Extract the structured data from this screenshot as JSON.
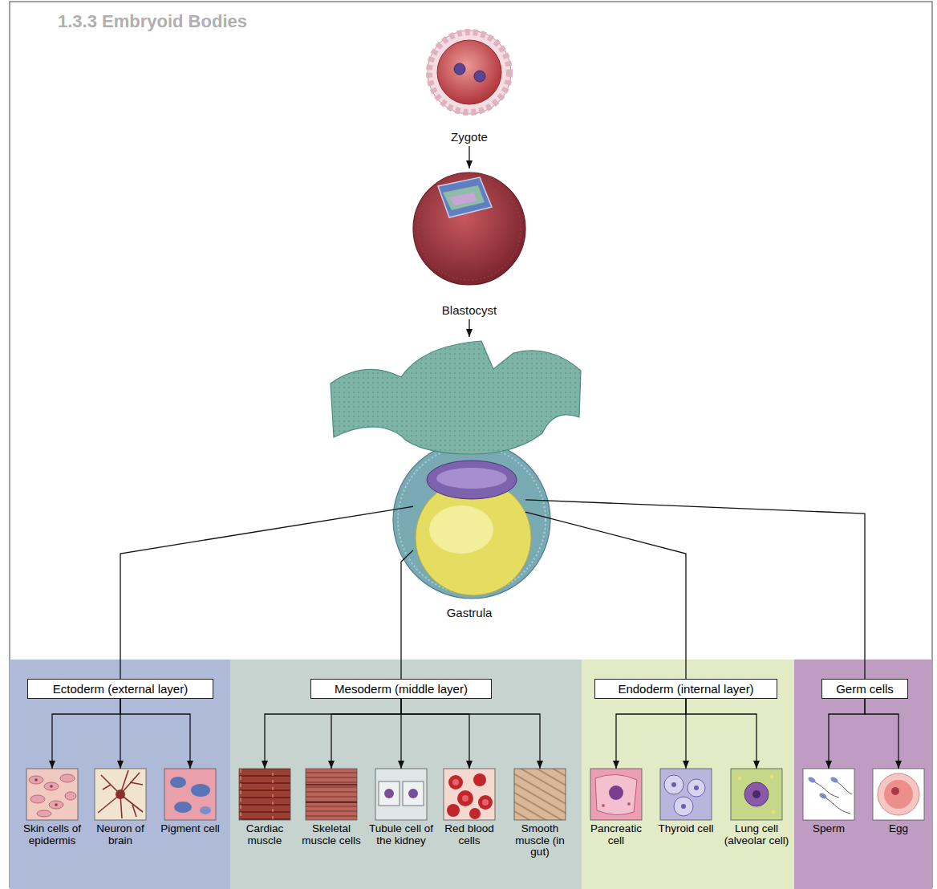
{
  "diagram": {
    "nodes": [
      {
        "text": [
          "Zygote"
        ]
      },
      {
        "text": [
          "Blastocyst"
        ]
      },
      {
        "text": [
          "Gastrula"
        ]
      },
      {
        "text": [
          "Ectoderm (external layer)"
        ]
      },
      {
        "text": [
          "Mesoderm (middle layer)"
        ]
      },
      {
        "text": [
          "Endoderm (internal layer)"
        ]
      },
      {
        "text": [
          "Germ cells"
        ]
      },
      {
        "text": [
          "Skin cells of epidermis"
        ]
      },
      {
        "text": [
          "Neuron of brain"
        ]
      },
      {
        "text": [
          "Pigment cell"
        ]
      },
      {
        "text": [
          "Cardiac muscle"
        ]
      },
      {
        "text": [
          "Skeletal muscle cells"
        ]
      },
      {
        "text": [
          "Tubule cell of the kidney"
        ]
      },
      {
        "text": [
          "Red blood cells"
        ]
      },
      {
        "text": [
          "Smooth muscle (in gut)"
        ]
      },
      {
        "text": [
          "Pancreatic cell"
        ]
      },
      {
        "text": [
          "Thyroid cell"
        ]
      },
      {
        "text": [
          "Lung cell (alveolar cell)"
        ]
      },
      {
        "text": [
          "Sperm"
        ]
      },
      {
        "text": [
          "Egg"
        ]
      }
    ],
    "edges": [
      {
        "from": 0,
        "to": 1,
        "arrow": "to"
      },
      {
        "from": 1,
        "to": 2,
        "arrow": "to"
      },
      {
        "from": 2,
        "to": 3,
        "arrow": "none"
      },
      {
        "from": 2,
        "to": 4,
        "arrow": "none"
      },
      {
        "from": 2,
        "to": 5,
        "arrow": "none"
      },
      {
        "from": 2,
        "to": 6,
        "arrow": "none"
      },
      {
        "from": 3,
        "to": 7,
        "arrow": "to"
      },
      {
        "from": 3,
        "to": 8,
        "arrow": "to"
      },
      {
        "from": 3,
        "to": 9,
        "arrow": "to"
      },
      {
        "from": 4,
        "to": 10,
        "arrow": "to"
      },
      {
        "from": 4,
        "to": 11,
        "arrow": "to"
      },
      {
        "from": 4,
        "to": 12,
        "arrow": "to"
      },
      {
        "from": 4,
        "to": 13,
        "arrow": "to"
      },
      {
        "from": 4,
        "to": 14,
        "arrow": "to"
      },
      {
        "from": 5,
        "to": 15,
        "arrow": "to"
      },
      {
        "from": 5,
        "to": 16,
        "arrow": "to"
      },
      {
        "from": 5,
        "to": 17,
        "arrow": "to"
      },
      {
        "from": 6,
        "to": 18,
        "arrow": "to"
      },
      {
        "from": 6,
        "to": 19,
        "arrow": "to"
      }
    ],
    "labels": [
      "1.3.3 Embryoid Bodies"
    ]
  }
}
